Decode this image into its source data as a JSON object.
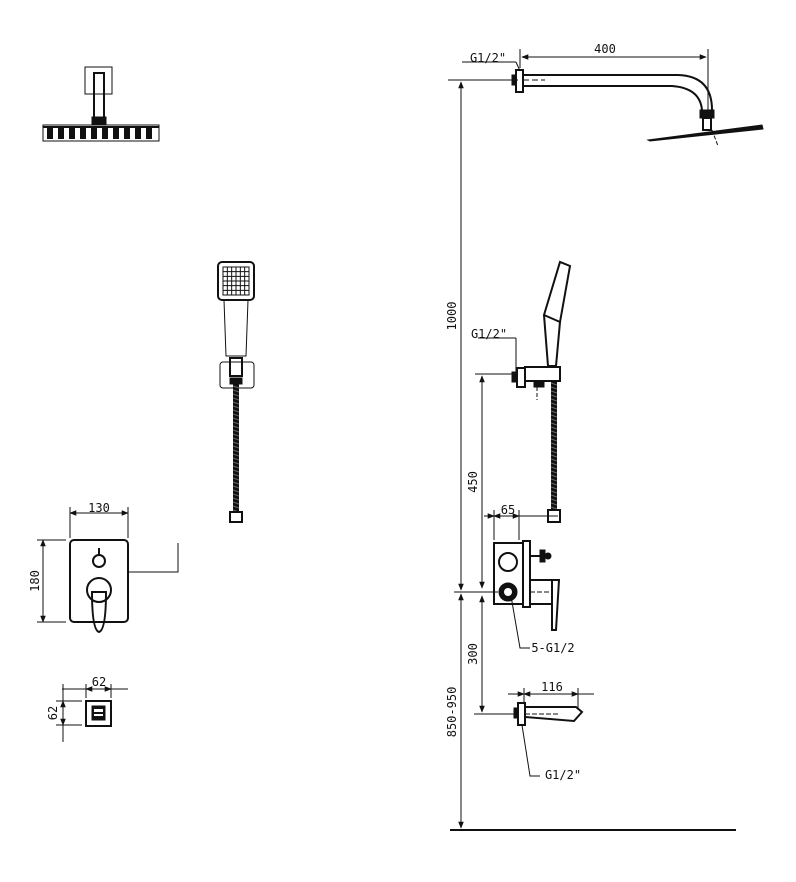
{
  "dimensions": {
    "arm_length": "400",
    "total_height": "1000",
    "holder_to_valve": "450",
    "valve_depth": "65",
    "valve_to_spout": "300",
    "spout_height_range": "850-950",
    "spout_length": "116",
    "plate_width": "130",
    "plate_height": "180",
    "small_plate_width": "62",
    "small_plate_height": "62"
  },
  "threads": {
    "shower_arm": "G1/2\"",
    "hand_holder": "G1/2\"",
    "valve_outlets": "5-G1/2",
    "spout": "G1/2\""
  },
  "icons": [
    "rain-shower-head-icon",
    "hand-shower-icon",
    "mixer-plate-icon",
    "diverter-plate-icon"
  ]
}
